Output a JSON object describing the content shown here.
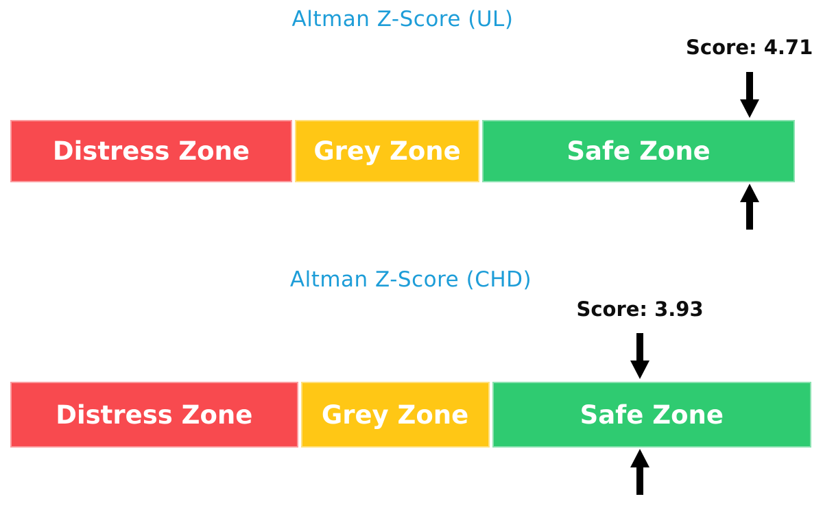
{
  "page": {
    "background": "#ffffff"
  },
  "icons": {
    "marker_down": "arrow-down-icon",
    "marker_up": "arrow-up-icon"
  },
  "chart_data": [
    {
      "type": "bar",
      "variant": "zone-gauge",
      "title": "Altman Z-Score (UL)",
      "title_color": "#1D9DD8",
      "score": 4.71,
      "score_label": "Score: 4.71",
      "score_color": "#0d0d0d",
      "marker_color": "#000000",
      "axis_range": [
        0,
        5
      ],
      "legend_position": "none",
      "grid": false,
      "zones": [
        {
          "label": "Distress Zone",
          "from": 0,
          "to": 1.81,
          "color": "#F84A4F",
          "text_color": "#FFFFFF"
        },
        {
          "label": "Grey Zone",
          "from": 1.81,
          "to": 2.99,
          "color": "#FFC715",
          "text_color": "#FFFFFF"
        },
        {
          "label": "Safe Zone",
          "from": 2.99,
          "to": 5,
          "color": "#2FCB71",
          "text_color": "#FFFFFF"
        }
      ]
    },
    {
      "type": "bar",
      "variant": "zone-gauge",
      "title": "Altman Z-Score (CHD)",
      "title_color": "#1D9DD8",
      "score": 3.93,
      "score_label": "Score: 3.93",
      "score_color": "#0d0d0d",
      "marker_color": "#000000",
      "axis_range": [
        0,
        5
      ],
      "legend_position": "none",
      "grid": false,
      "zones": [
        {
          "label": "Distress Zone",
          "from": 0,
          "to": 1.81,
          "color": "#F84A4F",
          "text_color": "#FFFFFF"
        },
        {
          "label": "Grey Zone",
          "from": 1.81,
          "to": 2.99,
          "color": "#FFC715",
          "text_color": "#FFFFFF"
        },
        {
          "label": "Safe Zone",
          "from": 2.99,
          "to": 5,
          "color": "#2FCB71",
          "text_color": "#FFFFFF"
        }
      ]
    }
  ]
}
